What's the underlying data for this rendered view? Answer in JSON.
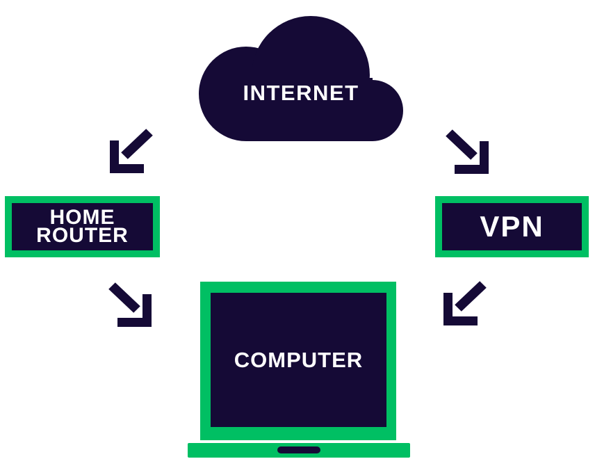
{
  "colors": {
    "navy": "#150a36",
    "green": "#00bf63",
    "label_text": "#ffffff",
    "background": "#ffffff"
  },
  "nodes": {
    "internet": {
      "label": "INTERNET",
      "shape": "cloud"
    },
    "home_router": {
      "label": "HOME ROUTER",
      "lines": [
        "HOME",
        "ROUTER"
      ],
      "shape": "bordered-box"
    },
    "vpn": {
      "label": "VPN",
      "shape": "bordered-box"
    },
    "computer": {
      "label": "COMPUTER",
      "shape": "laptop"
    }
  },
  "connections": [
    {
      "from": "internet",
      "to": "home_router",
      "arrow_direction": "down-left"
    },
    {
      "from": "internet",
      "to": "vpn",
      "arrow_direction": "down-right"
    },
    {
      "from": "home_router",
      "to": "computer",
      "arrow_direction": "down-right"
    },
    {
      "from": "vpn",
      "to": "computer",
      "arrow_direction": "down-left"
    }
  ]
}
